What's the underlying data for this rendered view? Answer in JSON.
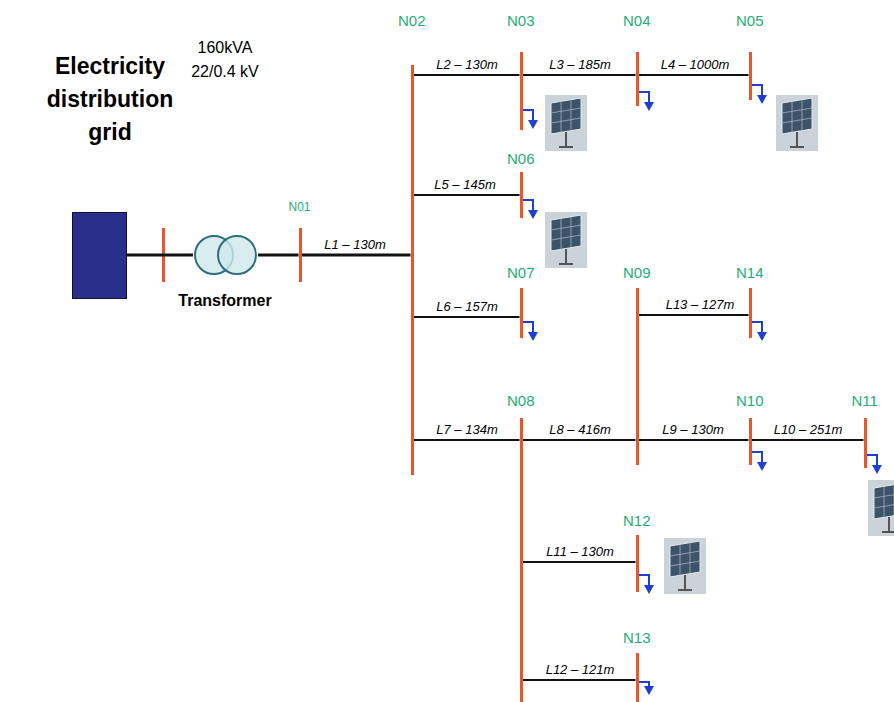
{
  "diagram": {
    "nodes": [
      {
        "text": [
          "Electricity distribution grid"
        ]
      },
      {
        "text": [
          "160kVA 22/0.4 kV",
          "Transformer"
        ]
      },
      {
        "text": [
          "N01"
        ]
      },
      {
        "text": [
          "N02"
        ]
      },
      {
        "text": [
          "N03"
        ]
      },
      {
        "text": [
          "N04"
        ]
      },
      {
        "text": [
          "N05"
        ]
      },
      {
        "text": [
          "N06"
        ]
      },
      {
        "text": [
          "N07"
        ]
      },
      {
        "text": [
          "N08"
        ]
      },
      {
        "text": [
          "N09"
        ]
      },
      {
        "text": [
          "N10"
        ]
      },
      {
        "text": [
          "N11"
        ]
      },
      {
        "text": [
          "N12"
        ]
      },
      {
        "text": [
          "N13"
        ]
      },
      {
        "text": [
          "N14"
        ]
      }
    ],
    "edges": [
      {
        "from": 0,
        "to": 1,
        "arrow": "none"
      },
      {
        "from": 1,
        "to": 2,
        "arrow": "none"
      },
      {
        "from": 2,
        "to": 3,
        "label": "L1 – 130m",
        "arrow": "none"
      },
      {
        "from": 3,
        "to": 4,
        "label": "L2 – 130m",
        "arrow": "none"
      },
      {
        "from": 4,
        "to": 5,
        "label": "L3 – 185m",
        "arrow": "none"
      },
      {
        "from": 5,
        "to": 6,
        "label": "L4 – 1000m",
        "arrow": "none"
      },
      {
        "from": 3,
        "to": 7,
        "label": "L5 – 145m",
        "arrow": "none"
      },
      {
        "from": 3,
        "to": 8,
        "label": "L6 – 157m",
        "arrow": "none"
      },
      {
        "from": 3,
        "to": 9,
        "label": "L7 – 134m",
        "arrow": "none"
      },
      {
        "from": 9,
        "to": 10,
        "label": "L8 – 416m",
        "arrow": "none"
      },
      {
        "from": 10,
        "to": 11,
        "label": "L9 – 130m",
        "arrow": "none"
      },
      {
        "from": 11,
        "to": 12,
        "label": "L10 – 251m",
        "arrow": "none"
      },
      {
        "from": 9,
        "to": 13,
        "label": "L11 – 130m",
        "arrow": "none"
      },
      {
        "from": 9,
        "to": 14,
        "label": "L12 – 121m",
        "arrow": "none"
      },
      {
        "from": 10,
        "to": 15,
        "label": "L13 – 127m",
        "arrow": "none"
      }
    ]
  }
}
